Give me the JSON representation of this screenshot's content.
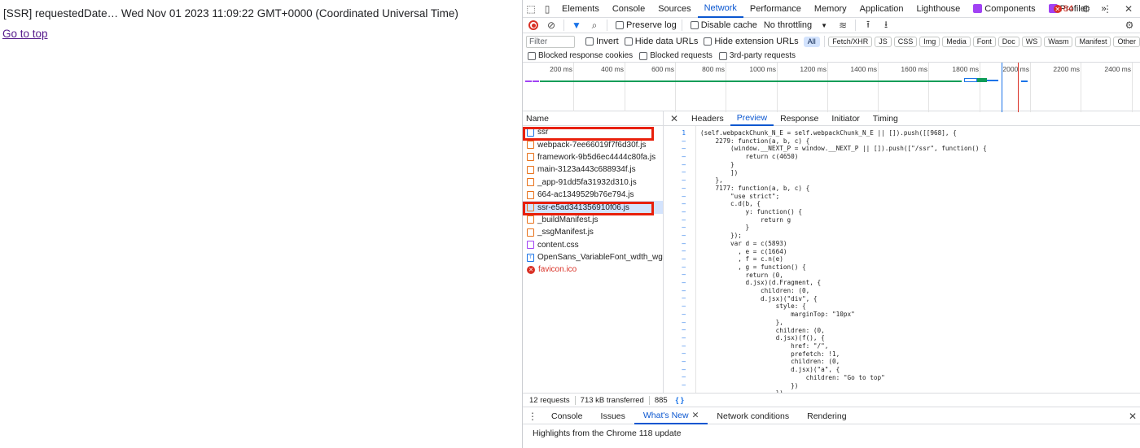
{
  "page": {
    "line1": "[SSR] requestedDate… Wed Nov 01 2023 11:09:22 GMT+0000 (Coordinated Universal Time)",
    "link": "Go to top"
  },
  "devtools": {
    "tabs": [
      "Elements",
      "Console",
      "Sources",
      "Network",
      "Performance",
      "Memory",
      "Application",
      "Lighthouse",
      "Components",
      "Profiler"
    ],
    "active_tab": "Network",
    "more_tabs": "»",
    "error_count": "84",
    "toolbar": {
      "preserve_log": "Preserve log",
      "disable_cache": "Disable cache",
      "throttling": "No throttling",
      "throttling_arrow": "▼"
    },
    "filter": {
      "placeholder": "Filter",
      "invert": "Invert",
      "hide_data_urls": "Hide data URLs",
      "hide_extension_urls": "Hide extension URLs",
      "types": [
        "All",
        "Fetch/XHR",
        "JS",
        "CSS",
        "Img",
        "Media",
        "Font",
        "Doc",
        "WS",
        "Wasm",
        "Manifest",
        "Other"
      ],
      "active_type": "All",
      "blocked_cookies": "Blocked response cookies",
      "blocked_requests": "Blocked requests",
      "third_party": "3rd-party requests"
    },
    "timeline_ticks": [
      "200 ms",
      "400 ms",
      "600 ms",
      "800 ms",
      "1000 ms",
      "1200 ms",
      "1400 ms",
      "1600 ms",
      "1800 ms",
      "2000 ms",
      "2200 ms",
      "2400 ms"
    ],
    "requests": {
      "header": "Name",
      "items": [
        {
          "name": "ssr",
          "type": "doc",
          "selected": false,
          "error": false
        },
        {
          "name": "webpack-7ee66019f7f6d30f.js",
          "type": "js",
          "selected": false,
          "error": false
        },
        {
          "name": "framework-9b5d6ec4444c80fa.js",
          "type": "js",
          "selected": false,
          "error": false
        },
        {
          "name": "main-3123a443c688934f.js",
          "type": "js",
          "selected": false,
          "error": false
        },
        {
          "name": "_app-91dd5fa31932d310.js",
          "type": "js",
          "selected": false,
          "error": false
        },
        {
          "name": "664-ac1349529b76e794.js",
          "type": "js",
          "selected": false,
          "error": false
        },
        {
          "name": "ssr-e5ad341356910f06.js",
          "type": "js",
          "selected": true,
          "error": false
        },
        {
          "name": "_buildManifest.js",
          "type": "js",
          "selected": false,
          "error": false
        },
        {
          "name": "_ssgManifest.js",
          "type": "js",
          "selected": false,
          "error": false
        },
        {
          "name": "content.css",
          "type": "css",
          "selected": false,
          "error": false
        },
        {
          "name": "OpenSans_VariableFont_wdth_wght…",
          "type": "font",
          "selected": false,
          "error": false
        },
        {
          "name": "favicon.ico",
          "type": "err",
          "selected": false,
          "error": true
        }
      ]
    },
    "preview": {
      "close": "✕",
      "tabs": [
        "Headers",
        "Preview",
        "Response",
        "Initiator",
        "Timing"
      ],
      "active_tab": "Preview",
      "first_line_number": "1",
      "dash": "–",
      "code_lines": [
        "(self.webpackChunk_N_E = self.webpackChunk_N_E || []).push([[968], {",
        "    2279: function(a, b, c) {",
        "        (window.__NEXT_P = window.__NEXT_P || []).push([\"/ssr\", function() {",
        "            return c(4650)",
        "        }",
        "        ])",
        "    },",
        "    7177: function(a, b, c) {",
        "        \"use strict\";",
        "        c.d(b, {",
        "            y: function() {",
        "                return g",
        "            }",
        "        });",
        "        var d = c(5893)",
        "          , e = c(1664)",
        "          , f = c.n(e)",
        "          , g = function() {",
        "            return (0,",
        "            d.jsx)(d.Fragment, {",
        "                children: (0,",
        "                d.jsx)(\"div\", {",
        "                    style: {",
        "                        marginTop: \"10px\"",
        "                    },",
        "                    children: (0,",
        "                    d.jsx)(f(), {",
        "                        href: \"/\",",
        "                        prefetch: !1,",
        "                        children: (0,",
        "                        d.jsx)(\"a\", {",
        "                            children: \"Go to top\"",
        "                        })",
        "                    })"
      ]
    },
    "status": {
      "requests": "12 requests",
      "transferred": "713 kB transferred",
      "resources": "885",
      "format": "{ }"
    },
    "drawer": {
      "tabs": [
        "Console",
        "Issues",
        "What's New",
        "Network conditions",
        "Rendering"
      ],
      "active_tab": "What's New",
      "body": "Highlights from the Chrome 118 update"
    }
  }
}
